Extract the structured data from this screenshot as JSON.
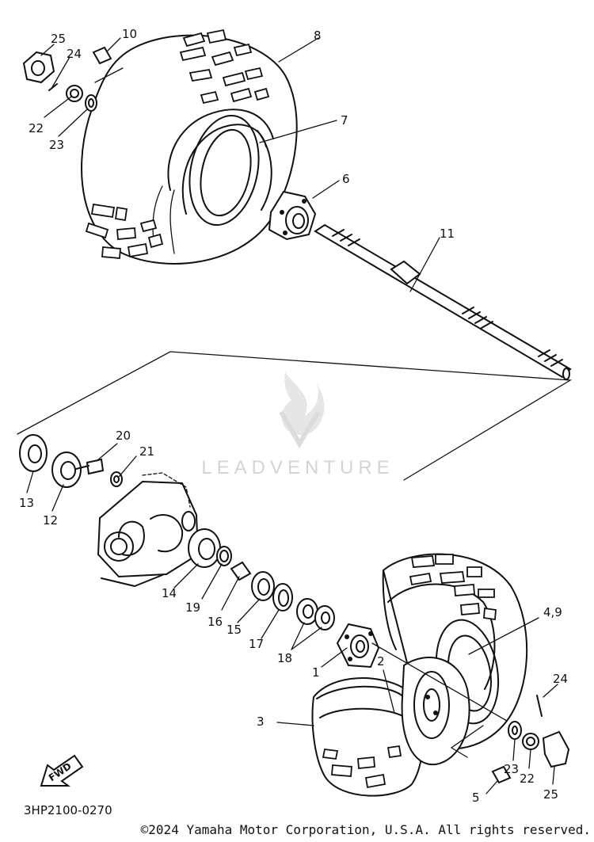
{
  "diagram": {
    "labels": {
      "p1": "1",
      "p2": "2",
      "p3": "3",
      "p4_9": "4,9",
      "p5": "5",
      "p6": "6",
      "p7": "7",
      "p8": "8",
      "p10": "10",
      "p11": "11",
      "p12": "12",
      "p13": "13",
      "p14": "14",
      "p15": "15",
      "p16": "16",
      "p17": "17",
      "p18": "18",
      "p19": "19",
      "p20": "20",
      "p21": "21",
      "p22_top": "22",
      "p23_top": "23",
      "p24_top": "24",
      "p25_top": "25",
      "p22_bottom": "22",
      "p23_bottom": "23",
      "p24_bottom": "24",
      "p25_bottom": "25"
    },
    "fwd_label": "FWD",
    "part_code": "3HP2100-0270",
    "watermark": "LEADVENTURE"
  },
  "footer": {
    "copyright": "©2024 Yamaha Motor Corporation, U.S.A. All rights reserved."
  }
}
